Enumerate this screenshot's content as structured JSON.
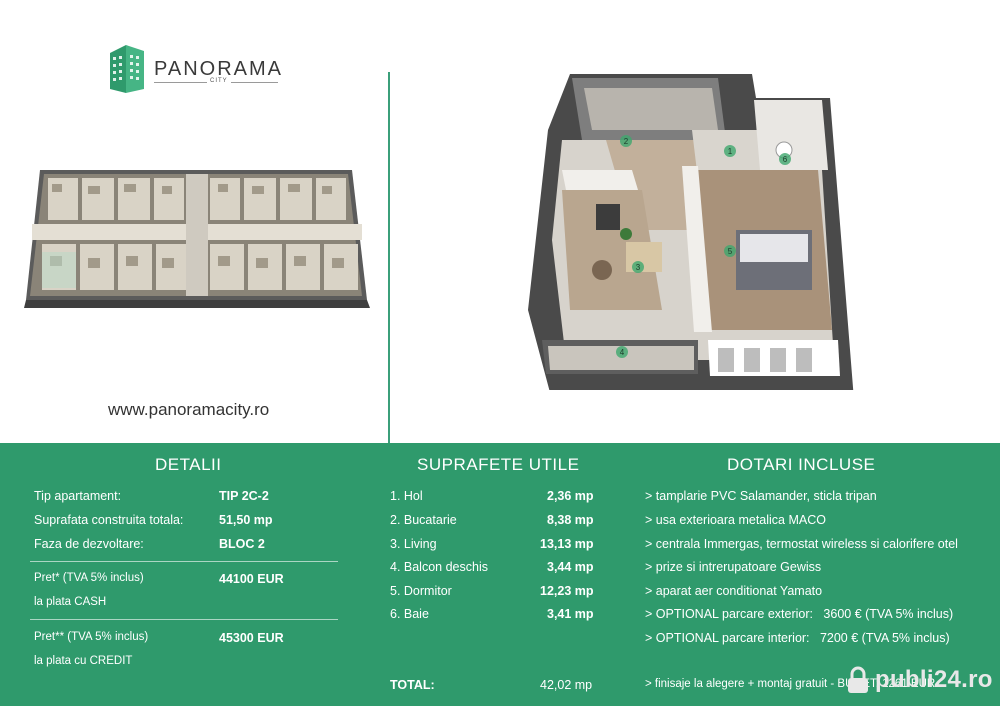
{
  "brand": {
    "name": "PANORAMA",
    "sub": "CITY",
    "website": "www.panoramacity.ro"
  },
  "colors": {
    "green": "#2f9a6c",
    "accent": "#3b9f7a"
  },
  "room_markers": [
    "1",
    "2",
    "3",
    "4",
    "5",
    "6"
  ],
  "detalii": {
    "title": "DETALII",
    "rows": [
      {
        "label": "Tip apartament:",
        "value": "TIP 2C-2"
      },
      {
        "label": "Suprafata construita totala:",
        "value": "51,50 mp"
      },
      {
        "label": "Faza de dezvoltare:",
        "value": "BLOC 2"
      }
    ],
    "price_cash": {
      "label": "Pret* (TVA 5% inclus)",
      "value": "44100 EUR",
      "note": "la plata CASH"
    },
    "price_credit": {
      "label": "Pret** (TVA 5% inclus)",
      "value": "45300 EUR",
      "note": "la plata cu CREDIT"
    }
  },
  "suprafete": {
    "title": "SUPRAFETE UTILE",
    "rows": [
      {
        "label": "1. Hol",
        "value": "2,36 mp"
      },
      {
        "label": "2. Bucatarie",
        "value": "8,38 mp"
      },
      {
        "label": "3. Living",
        "value": "13,13 mp"
      },
      {
        "label": "4. Balcon deschis",
        "value": "3,44 mp"
      },
      {
        "label": "5. Dormitor",
        "value": "12,23 mp"
      },
      {
        "label": "6. Baie",
        "value": "3,41 mp"
      }
    ],
    "total_label": "TOTAL:",
    "total_value": "42,02 mp"
  },
  "dotari": {
    "title": "DOTARI INCLUSE",
    "items": [
      "> tamplarie PVC Salamander, sticla tripan",
      "> usa exterioara metalica MACO",
      "> centrala Immergas, termostat wireless si calorifere otel",
      "> prize si intrerupatoare Gewiss",
      "> aparat aer conditionat Yamato",
      "> OPTIONAL parcare exterior:   3600 € (TVA 5% inclus)",
      "> OPTIONAL parcare interior:   7200 € (TVA 5% inclus)"
    ],
    "footer": "> finisaje la alegere + montaj gratuit - BUGET: 1261 EUR"
  },
  "watermark": {
    "text": "publi24.ro"
  }
}
